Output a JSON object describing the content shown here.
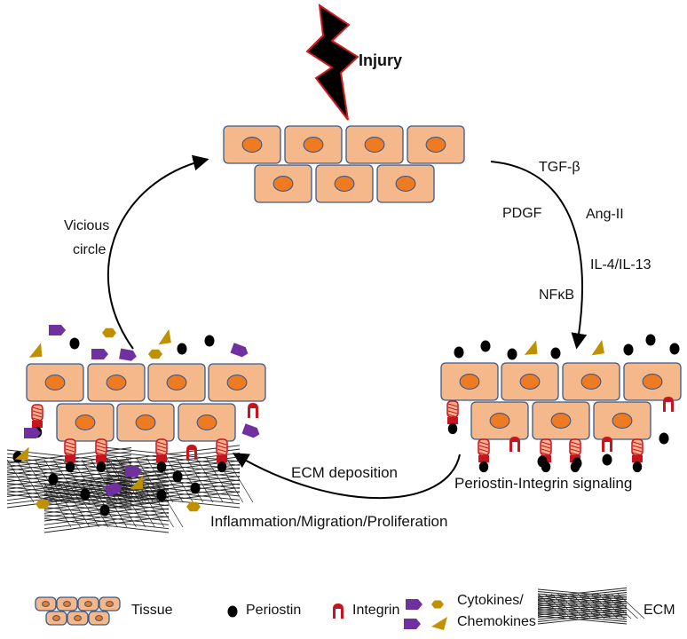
{
  "labels": {
    "injury": "Injury",
    "tgf": "TGF-β",
    "pdgf": "PDGF",
    "ang": "Ang-II",
    "il": "IL-4/IL-13",
    "nfkb": "NFκB",
    "vicious_line1": "Vicious",
    "vicious_line2": "circle",
    "ecm_deposition": "ECM deposition",
    "periostin_integrin": "Periostin-Integrin signaling",
    "inflammation": "Inflammation/Migration/Proliferation"
  },
  "legend": {
    "tissue": "Tissue",
    "periostin": "Periostin",
    "integrin": "Integrin",
    "cytokines_line1": "Cytokines/",
    "cytokines_line2": "Chemokines",
    "ecm": "ECM"
  },
  "colors": {
    "cell_fill": "#f5b88a",
    "cell_stroke": "#3a5a8c",
    "nucleus_fill": "#ee7a22",
    "lightning": "#000000",
    "lightning_outline": "#d11a1a",
    "integrin": "#c8141e",
    "periostin": "#000000",
    "cytokine_purple": "#7030a0",
    "chemokine_gold": "#bf9000"
  }
}
